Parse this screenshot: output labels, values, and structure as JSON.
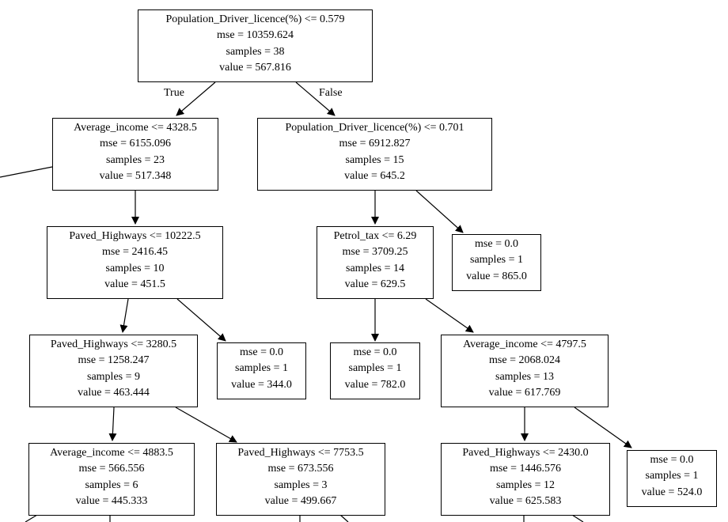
{
  "edge_labels": {
    "true_label": "True",
    "false_label": "False"
  },
  "nodes": [
    {
      "id": "n0",
      "lines": [
        "Population_Driver_licence(%) <= 0.579",
        "mse = 10359.624",
        "samples = 38",
        "value = 567.816"
      ]
    },
    {
      "id": "n1",
      "lines": [
        "Average_income <= 4328.5",
        "mse = 6155.096",
        "samples = 23",
        "value = 517.348"
      ]
    },
    {
      "id": "n2",
      "lines": [
        "Population_Driver_licence(%) <= 0.701",
        "mse = 6912.827",
        "samples = 15",
        "value = 645.2"
      ]
    },
    {
      "id": "n3",
      "lines": [
        "Paved_Highways <= 10222.5",
        "mse = 2416.45",
        "samples = 10",
        "value = 451.5"
      ]
    },
    {
      "id": "n4",
      "lines": [
        "Petrol_tax <= 6.29",
        "mse = 3709.25",
        "samples = 14",
        "value = 629.5"
      ]
    },
    {
      "id": "n5",
      "lines": [
        "mse = 0.0",
        "samples = 1",
        "value = 865.0"
      ]
    },
    {
      "id": "n6",
      "lines": [
        "Paved_Highways <= 3280.5",
        "mse = 1258.247",
        "samples = 9",
        "value = 463.444"
      ]
    },
    {
      "id": "n7",
      "lines": [
        "mse = 0.0",
        "samples = 1",
        "value = 344.0"
      ]
    },
    {
      "id": "n8",
      "lines": [
        "mse = 0.0",
        "samples = 1",
        "value = 782.0"
      ]
    },
    {
      "id": "n9",
      "lines": [
        "Average_income <= 4797.5",
        "mse = 2068.024",
        "samples = 13",
        "value = 617.769"
      ]
    },
    {
      "id": "n10",
      "lines": [
        "Average_income <= 4883.5",
        "mse = 566.556",
        "samples = 6",
        "value = 445.333"
      ]
    },
    {
      "id": "n11",
      "lines": [
        "Paved_Highways <= 7753.5",
        "mse = 673.556",
        "samples = 3",
        "value = 499.667"
      ]
    },
    {
      "id": "n12",
      "lines": [
        "Paved_Highways <= 2430.0",
        "mse = 1446.576",
        "samples = 12",
        "value = 625.583"
      ]
    },
    {
      "id": "n13",
      "lines": [
        "mse = 0.0",
        "samples = 1",
        "value = 524.0"
      ]
    }
  ]
}
